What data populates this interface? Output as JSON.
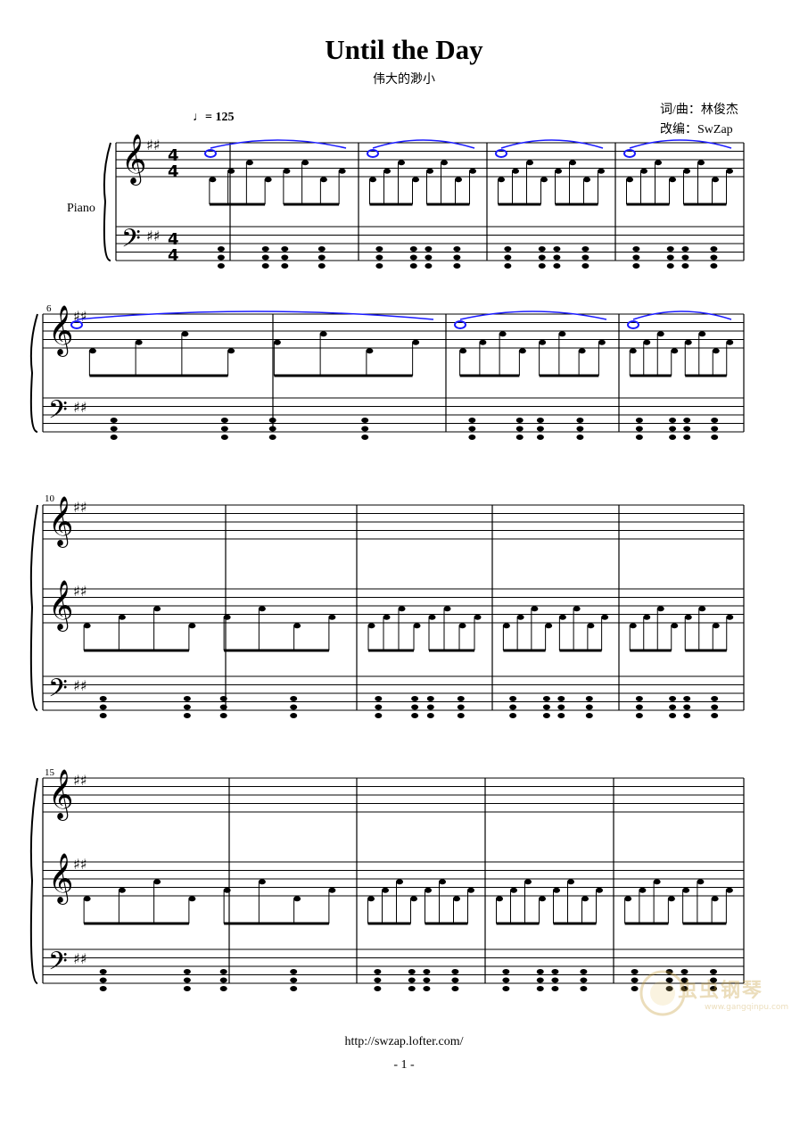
{
  "header": {
    "title": "Until the Day",
    "subtitle": "伟大的渺小",
    "credit_lyrics_music": "词/曲：林俊杰",
    "credit_arranger": "改编：SwZap",
    "tempo_text": "= 125",
    "instrument": "Piano"
  },
  "measure_numbers": [
    "6",
    "10",
    "15"
  ],
  "music": {
    "key_signature": "D major (2 sharps)",
    "time_signature": "4/4",
    "clefs": [
      "treble-clef",
      "bass-clef"
    ]
  },
  "footer": {
    "url": "http://swzap.lofter.com/",
    "page_number": "- 1 -"
  },
  "watermark": {
    "text": "虫虫钢琴",
    "url": "www.gangqinpu.com"
  },
  "colors": {
    "ink": "#000000",
    "highlight": "#1a1aff"
  }
}
